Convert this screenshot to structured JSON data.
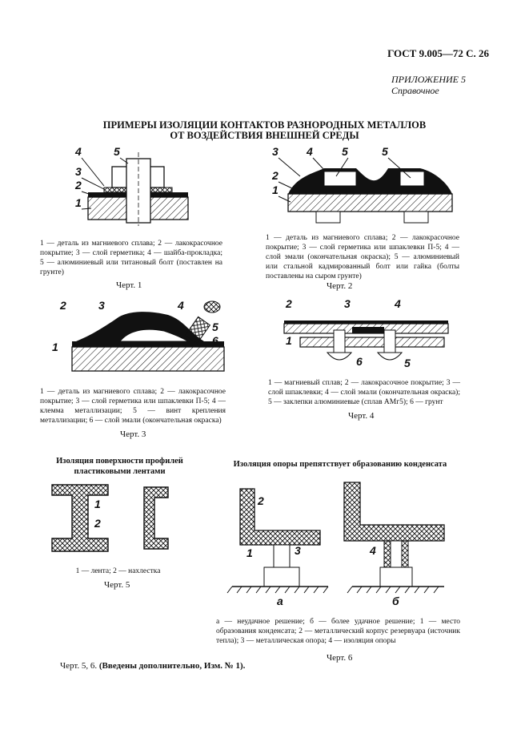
{
  "header": {
    "page_ref": "ГОСТ 9.005—72 С. 26"
  },
  "appendix": {
    "title": "ПРИЛОЖЕНИЕ 5",
    "subtitle": "Справочное"
  },
  "main_title": {
    "line1": "ПРИМЕРЫ ИЗОЛЯЦИИ КОНТАКТОВ РАЗНОРОДНЫХ МЕТАЛЛОВ",
    "line2": "ОТ ВОЗДЕЙСТВИЯ ВНЕШНЕЙ СРЕДЫ"
  },
  "figures": {
    "fig1": {
      "caption": "1 — деталь из магниевого сплава; 2 — лакокрасочное покрытие; 3 — слой герметика; 4 — шайба-прокладка; 5 — алюминиевый или титановый болт (поставлен на грунте)",
      "label": "Черт. 1",
      "callouts": [
        "4",
        "5",
        "3",
        "2",
        "1"
      ]
    },
    "fig2": {
      "caption": "1 — деталь из магниевого сплава; 2 — лакокрасочное покрытие; 3 — слой герметика или шпаклевки П-5; 4 — слой эмали (окончательная окраска); 5 — алюминиевый или стальной кадмированный болт или гайка (болты поставлены на сыром грунте)",
      "label": "Черт. 2",
      "callouts": [
        "3",
        "4",
        "5",
        "5",
        "2",
        "1"
      ]
    },
    "fig3": {
      "caption": "1 — деталь из магниевого сплава; 2 — лакокрасочное покрытие; 3 — слой герметика или шпаклевки П-5; 4 — клемма металлизации; 5 — винт крепления металлизации; 6 — слой эмали (окончательная окраска)",
      "label": "Черт. 3",
      "callouts": [
        "2",
        "3",
        "4",
        "5",
        "6",
        "1"
      ]
    },
    "fig4": {
      "caption": "1 — магниевый сплав; 2 — лакокрасочное покрытие; 3 — слой шпаклевки; 4 — слой эмали (окончательная окраска); 5 — заклепки алюминиевые (сплав АМг5); 6 — грунт",
      "label": "Черт. 4",
      "callouts": [
        "2",
        "3",
        "4",
        "1",
        "6",
        "5"
      ]
    },
    "fig5": {
      "heading": "Изоляция поверхности профилей пластиковыми лентами",
      "caption": "1 — лента; 2 — нахлестка",
      "label": "Черт. 5",
      "callouts": [
        "1",
        "2"
      ]
    },
    "fig6": {
      "heading": "Изоляция опоры препятствует образованию конденсата",
      "caption": "а — неудачное решение; б — более удачное решение; 1 — место образования конденсата; 2 — металлический корпус резервуара (источник тепла); 3 — металлическая опора; 4 — изоляция опоры",
      "label": "Черт. 6",
      "callouts": [
        "2",
        "1",
        "3",
        "4"
      ],
      "variants": [
        "а",
        "б"
      ]
    }
  },
  "footnote": {
    "prefix": "Черт. 5, 6. ",
    "emphasis": "(Введены дополнительно, Изм. № 1)."
  }
}
